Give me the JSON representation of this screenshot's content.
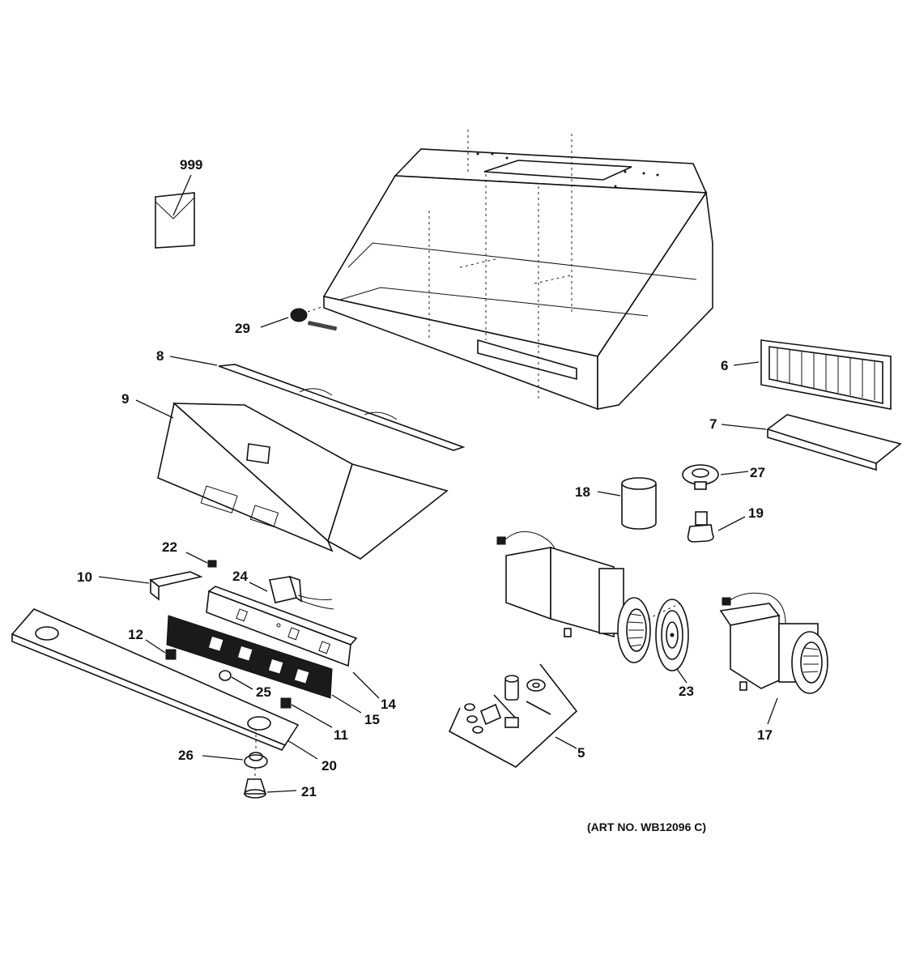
{
  "diagram": {
    "art_number": "(ART NO. WB12096 C)",
    "part_labels": {
      "p999": "999",
      "p29": "29",
      "p8": "8",
      "p9": "9",
      "p6": "6",
      "p7": "7",
      "p27": "27",
      "p18": "18",
      "p19": "19",
      "p22": "22",
      "p10": "10",
      "p24": "24",
      "p12": "12",
      "p25": "25",
      "p14": "14",
      "p15": "15",
      "p11": "11",
      "p20": "20",
      "p26": "26",
      "p21": "21",
      "p5": "5",
      "p23": "23",
      "p17": "17"
    }
  }
}
